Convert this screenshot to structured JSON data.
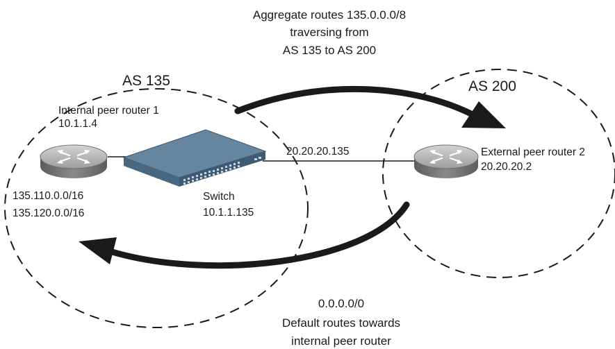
{
  "top_caption": {
    "line1": "Aggregate routes 135.0.0.0/8",
    "line2": "traversing from",
    "line3": "AS 135 to AS 200"
  },
  "as_left": {
    "label": "AS 135"
  },
  "as_right": {
    "label": "AS 200"
  },
  "router1": {
    "name": "Internal peer router 1",
    "ip": "10.1.1.4",
    "routes": [
      "135.110.0.0/16",
      "135.120.0.0/16"
    ]
  },
  "switch": {
    "name": "Switch",
    "ip": "10.1.1.135"
  },
  "link": {
    "ip": "20.20.20.135"
  },
  "router2": {
    "name": "External peer router 2",
    "ip": "20.20.20.2"
  },
  "bottom_caption": {
    "line1": "0.0.0.0/0",
    "line2": "Default routes towards",
    "line3": "internal peer router"
  },
  "colors": {
    "line": "#1a1a1a",
    "router_top": "#b8b8b8",
    "router_side": "#7a7a7a",
    "switch_top": "#5f7f9b",
    "switch_front": "#3e5a74"
  }
}
